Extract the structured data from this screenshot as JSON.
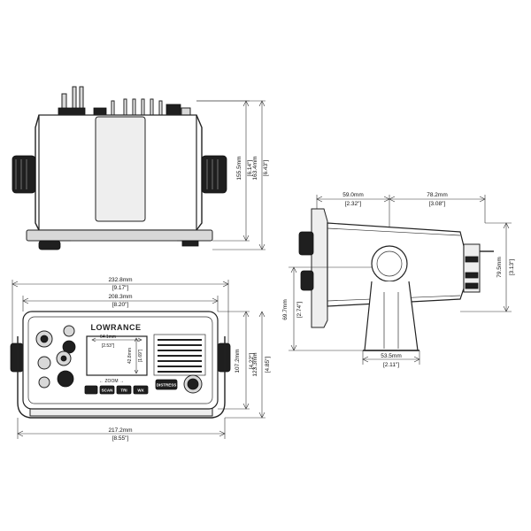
{
  "top_view": {
    "dim_height": "155.5mm",
    "dim_height_in": "[6.14\"]",
    "dim_height_total": "163.4mm",
    "dim_height_total_in": "[6.43\"]"
  },
  "front_view": {
    "brand": "LOWRANCE",
    "dim_overall_width": "232.8mm",
    "dim_overall_width_in": "[9.17\"]",
    "dim_panel_width": "208.3mm",
    "dim_panel_width_in": "[8.20\"]",
    "dim_screen_width": "64.1mm",
    "dim_screen_width_in": "[2.53\"]",
    "dim_screen_height": "42.8mm",
    "dim_screen_height_in": "[1.69\"]",
    "dim_panel_height": "107.2mm",
    "dim_panel_height_in": "[4.22\"]",
    "dim_overall_height": "123.3mm",
    "dim_overall_height_in": "[4.85\"]",
    "dim_bracket_width": "217.2mm",
    "dim_bracket_width_in": "[8.55\"]",
    "buttons": [
      "SCAN",
      "TRI",
      "WX",
      "DISTRESS"
    ],
    "zoom_label": "ZOOM"
  },
  "side_view": {
    "dim_front": "59.0mm",
    "dim_front_in": "[2.32\"]",
    "dim_back": "78.2mm",
    "dim_back_in": "[3.08\"]",
    "dim_height_right": "79.5mm",
    "dim_height_right_in": "[3.13\"]",
    "dim_height_left": "69.7mm",
    "dim_height_left_in": "[2.74\"]",
    "dim_base": "53.5mm",
    "dim_base_in": "[2.11\"]"
  }
}
